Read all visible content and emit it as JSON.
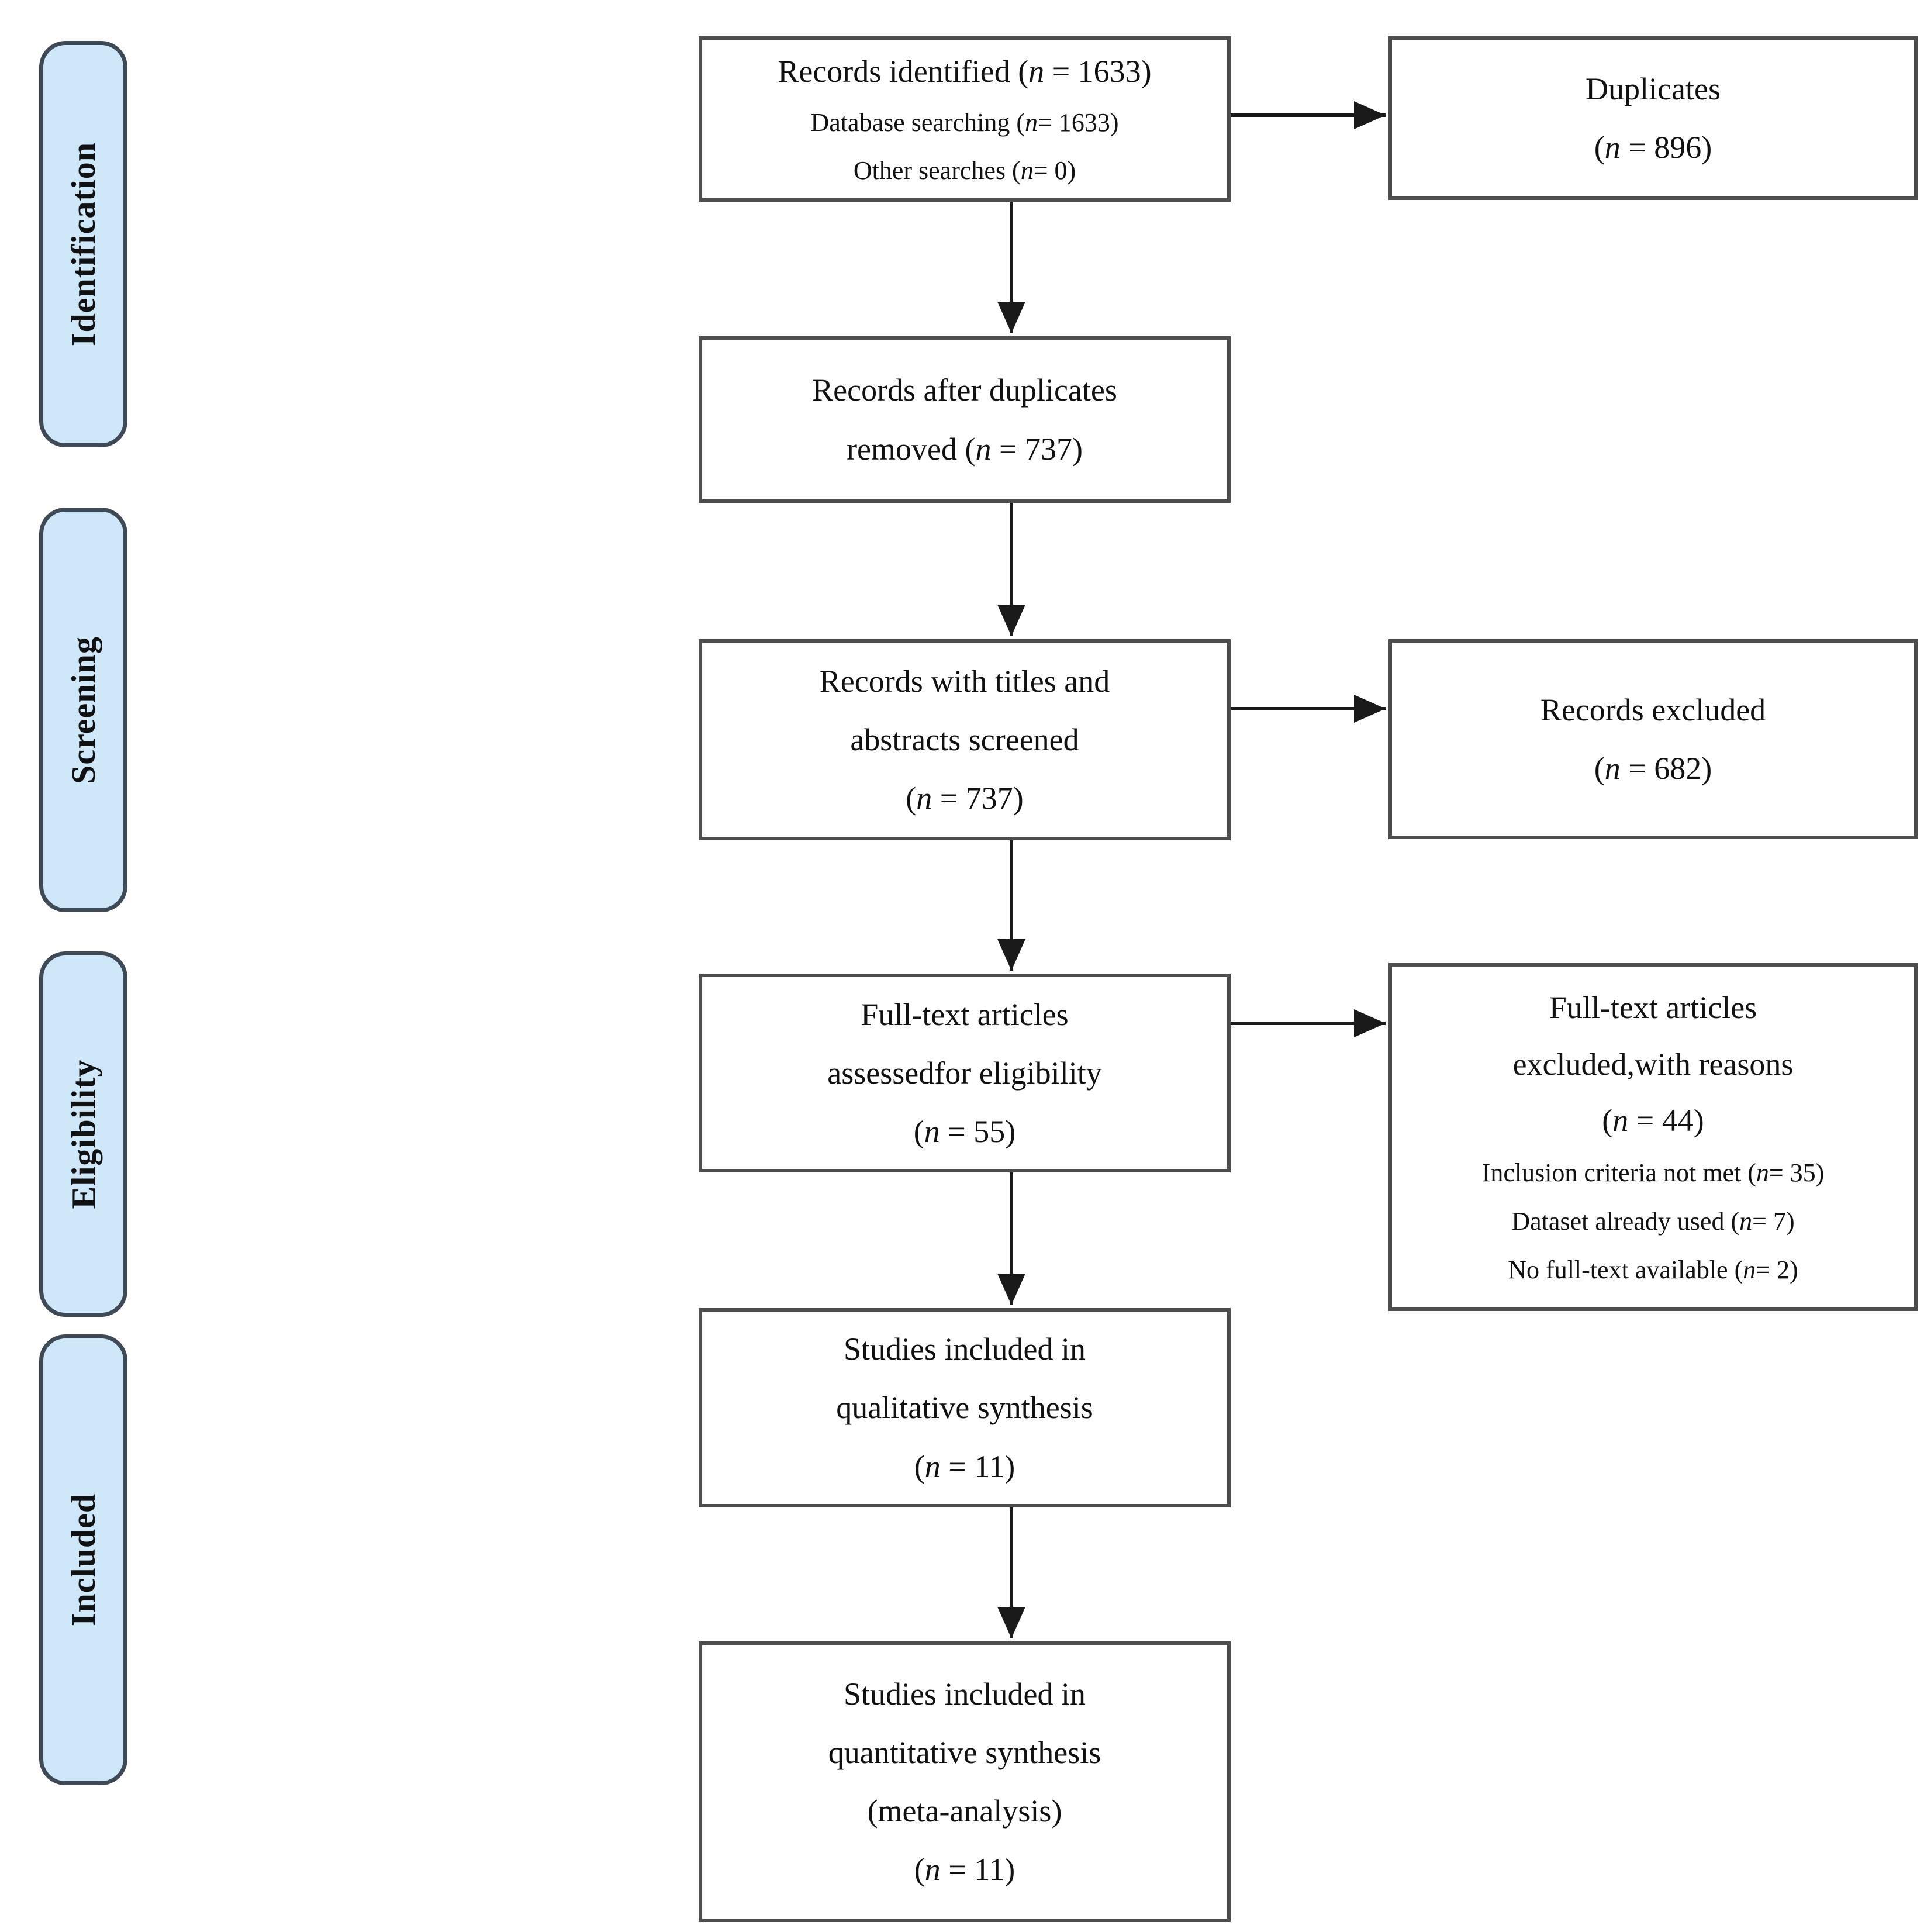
{
  "stages": [
    {
      "label": "Identification"
    },
    {
      "label": "Screening"
    },
    {
      "label": "Eligibility"
    },
    {
      "label": "Included"
    }
  ],
  "boxes": {
    "records_identified": {
      "lines": [
        {
          "text": "Records identified (n = 1633)",
          "size": "lg"
        },
        {
          "text": "Database searching (n= 1633)",
          "size": "sm"
        },
        {
          "text": "Other searches (n= 0)",
          "size": "sm"
        }
      ]
    },
    "duplicates": {
      "lines": [
        {
          "text": "Duplicates",
          "size": "lg"
        },
        {
          "text": "(n = 896)",
          "size": "lg"
        }
      ]
    },
    "after_duplicates": {
      "lines": [
        {
          "text": "Records after duplicates",
          "size": "lg"
        },
        {
          "text": "removed (n = 737)",
          "size": "lg"
        }
      ]
    },
    "titles_abstracts": {
      "lines": [
        {
          "text": "Records with titles and",
          "size": "lg"
        },
        {
          "text": "abstracts screened",
          "size": "lg"
        },
        {
          "text": "(n = 737)",
          "size": "lg"
        }
      ]
    },
    "records_excluded": {
      "lines": [
        {
          "text": "Records excluded",
          "size": "lg"
        },
        {
          "text": "(n = 682)",
          "size": "lg"
        }
      ]
    },
    "fulltext_assessed": {
      "lines": [
        {
          "text": "Full-text articles",
          "size": "lg"
        },
        {
          "text": "assessedfor eligibility",
          "size": "lg"
        },
        {
          "text": "(n = 55)",
          "size": "lg"
        }
      ]
    },
    "fulltext_excluded": {
      "lines": [
        {
          "text": "Full-text articles",
          "size": "lg"
        },
        {
          "text": "excluded,with reasons",
          "size": "lg"
        },
        {
          "text": "(n = 44)",
          "size": "lg"
        },
        {
          "text": "Inclusion criteria not met (n= 35)",
          "size": "sm"
        },
        {
          "text": "Dataset already used (n= 7)",
          "size": "sm"
        },
        {
          "text": "No full-text available (n= 2)",
          "size": "sm"
        }
      ]
    },
    "qualitative": {
      "lines": [
        {
          "text": "Studies included in",
          "size": "lg"
        },
        {
          "text": "qualitative synthesis",
          "size": "lg"
        },
        {
          "text": "(n = 11)",
          "size": "lg"
        }
      ]
    },
    "quantitative": {
      "lines": [
        {
          "text": "Studies included in",
          "size": "lg"
        },
        {
          "text": "quantitative synthesis",
          "size": "lg"
        },
        {
          "text": "(meta-analysis)",
          "size": "lg"
        },
        {
          "text": "(n = 11)",
          "size": "lg"
        }
      ]
    }
  },
  "colors": {
    "stage_fill": "#cfe8f9",
    "stage_border": "#3e4a55",
    "box_border": "#4d4d4d",
    "arrow": "#1a1a1a"
  }
}
